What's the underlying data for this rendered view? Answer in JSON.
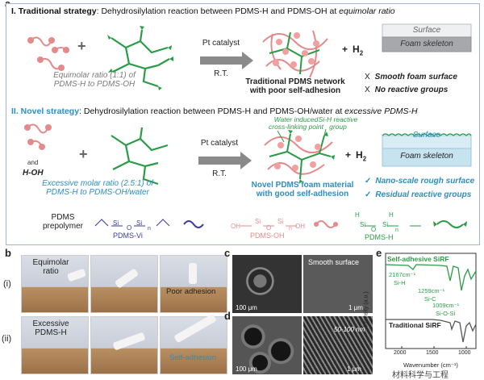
{
  "panel_labels": {
    "a": "a",
    "b": "b",
    "c": "c",
    "d": "d",
    "e": "e"
  },
  "traditional": {
    "heading": "I. Traditional strategy",
    "description_prefix": ": Dehydrosilylation  reaction between PDMS-H and PDMS-OH at ",
    "description_italic": "equimolar ratio",
    "ratio_line1": "Equimolar ratio (1:1) of",
    "ratio_line2": "PDMS-H to PDMS-OH",
    "catalyst": "Pt catalyst",
    "temperature": "R.T.",
    "product_line1": "Traditional PDMS network",
    "product_line2": "with poor self-adhesion",
    "byproduct_main": "H",
    "byproduct_sub": "2",
    "surface_label": "Surface",
    "skeleton_label": "Foam skeleton",
    "con1_mark": "X",
    "con1": "Smooth foam surface",
    "con2_mark": "X",
    "con2": "No reactive groups",
    "plus": "+"
  },
  "novel": {
    "heading": "II. Novel strategy",
    "description_prefix": ": Dehydrosilylation reaction between PDMS-H and PDMS-OH/water at ",
    "description_italic": "excessive PDMS-H",
    "and": "and",
    "water": "H-OH",
    "ratio_line1": "Excessive molar ratio (2.5:1) of",
    "ratio_line2": "PDMS-H to PDMS-OH/water",
    "water_note_line1": "Water induced",
    "water_note_line2": "cross-linking point",
    "sih_note_line1": "Si-H reactive",
    "sih_note_line2": "group",
    "catalyst": "Pt catalyst",
    "temperature": "R.T.",
    "product_line1": "Novel PDMS foam material",
    "product_line2": "with good self-adhesion",
    "byproduct_main": "H",
    "byproduct_sub": "2",
    "surface_label": "Surface",
    "skeleton_label": "Foam skeleton",
    "pro1_mark": "✓",
    "pro1": "Nano-scale rough surface",
    "pro2_mark": "✓",
    "pro2": "Residual reactive groups",
    "plus": "+"
  },
  "prepolymer": {
    "label_line1": "PDMS",
    "label_line2": "prepolymer",
    "vi": "PDMS-Vi",
    "oh": "PDMS-OH",
    "h": "PDMS-H",
    "si": "Si",
    "o": "O",
    "oh_group": "OH",
    "h_group": "H",
    "n": "n"
  },
  "panel_b": {
    "row1_label": "(i)",
    "row2_label": "(ii)",
    "row1_caption_line1": "Equimolar",
    "row1_caption_line2": "ratio",
    "row2_caption_line1": "Excessive",
    "row2_caption_line2": "PDMS-H",
    "poor": "Poor adhesion",
    "self": "Self-adhesion"
  },
  "panel_c": {
    "scale1": "100 μm",
    "smooth": "Smooth surface",
    "scale2": "1 μm"
  },
  "panel_d": {
    "scale1": "100 μm",
    "scale2": "1 μm",
    "feature": "50-100 nm"
  },
  "panel_e": {
    "series_top": "Self-adhesive SiRF",
    "series_bottom": "Traditional SiRF",
    "peak1_value": "2167cm⁻¹",
    "peak1_group": "Si-H",
    "peak2_value": "1259cm⁻¹",
    "peak2_group": "Si-C",
    "peak3_value": "1009cm⁻¹",
    "peak3_group": "Si-O-Si",
    "ylabel": "Intensity (a.u.)",
    "xlabel": "Wavenumber (cm⁻¹)",
    "xticks": [
      "2000",
      "1500",
      "1000"
    ]
  },
  "watermark": "材料科学与工程"
}
